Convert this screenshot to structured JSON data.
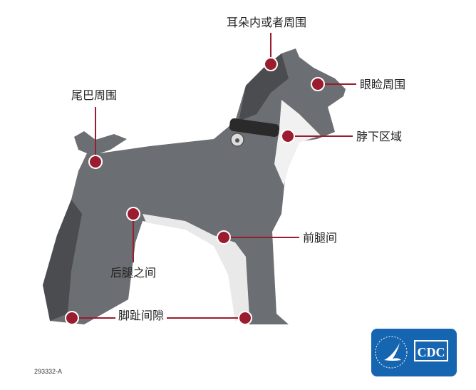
{
  "labels": {
    "ear": "耳朵内或者周围",
    "eyelid": "眼睑周围",
    "tail": "尾巴周围",
    "neck": "脖下区域",
    "front_legs": "前腿间",
    "hind_legs": "后腿之间",
    "toes": "脚趾间隙"
  },
  "figure_code": "293332-A",
  "logo": {
    "text": "CDC",
    "color": "#1565b0"
  },
  "colors": {
    "marker": "#9b1c2e",
    "dog": "#6b6e72",
    "line": "#9b1c2e"
  }
}
